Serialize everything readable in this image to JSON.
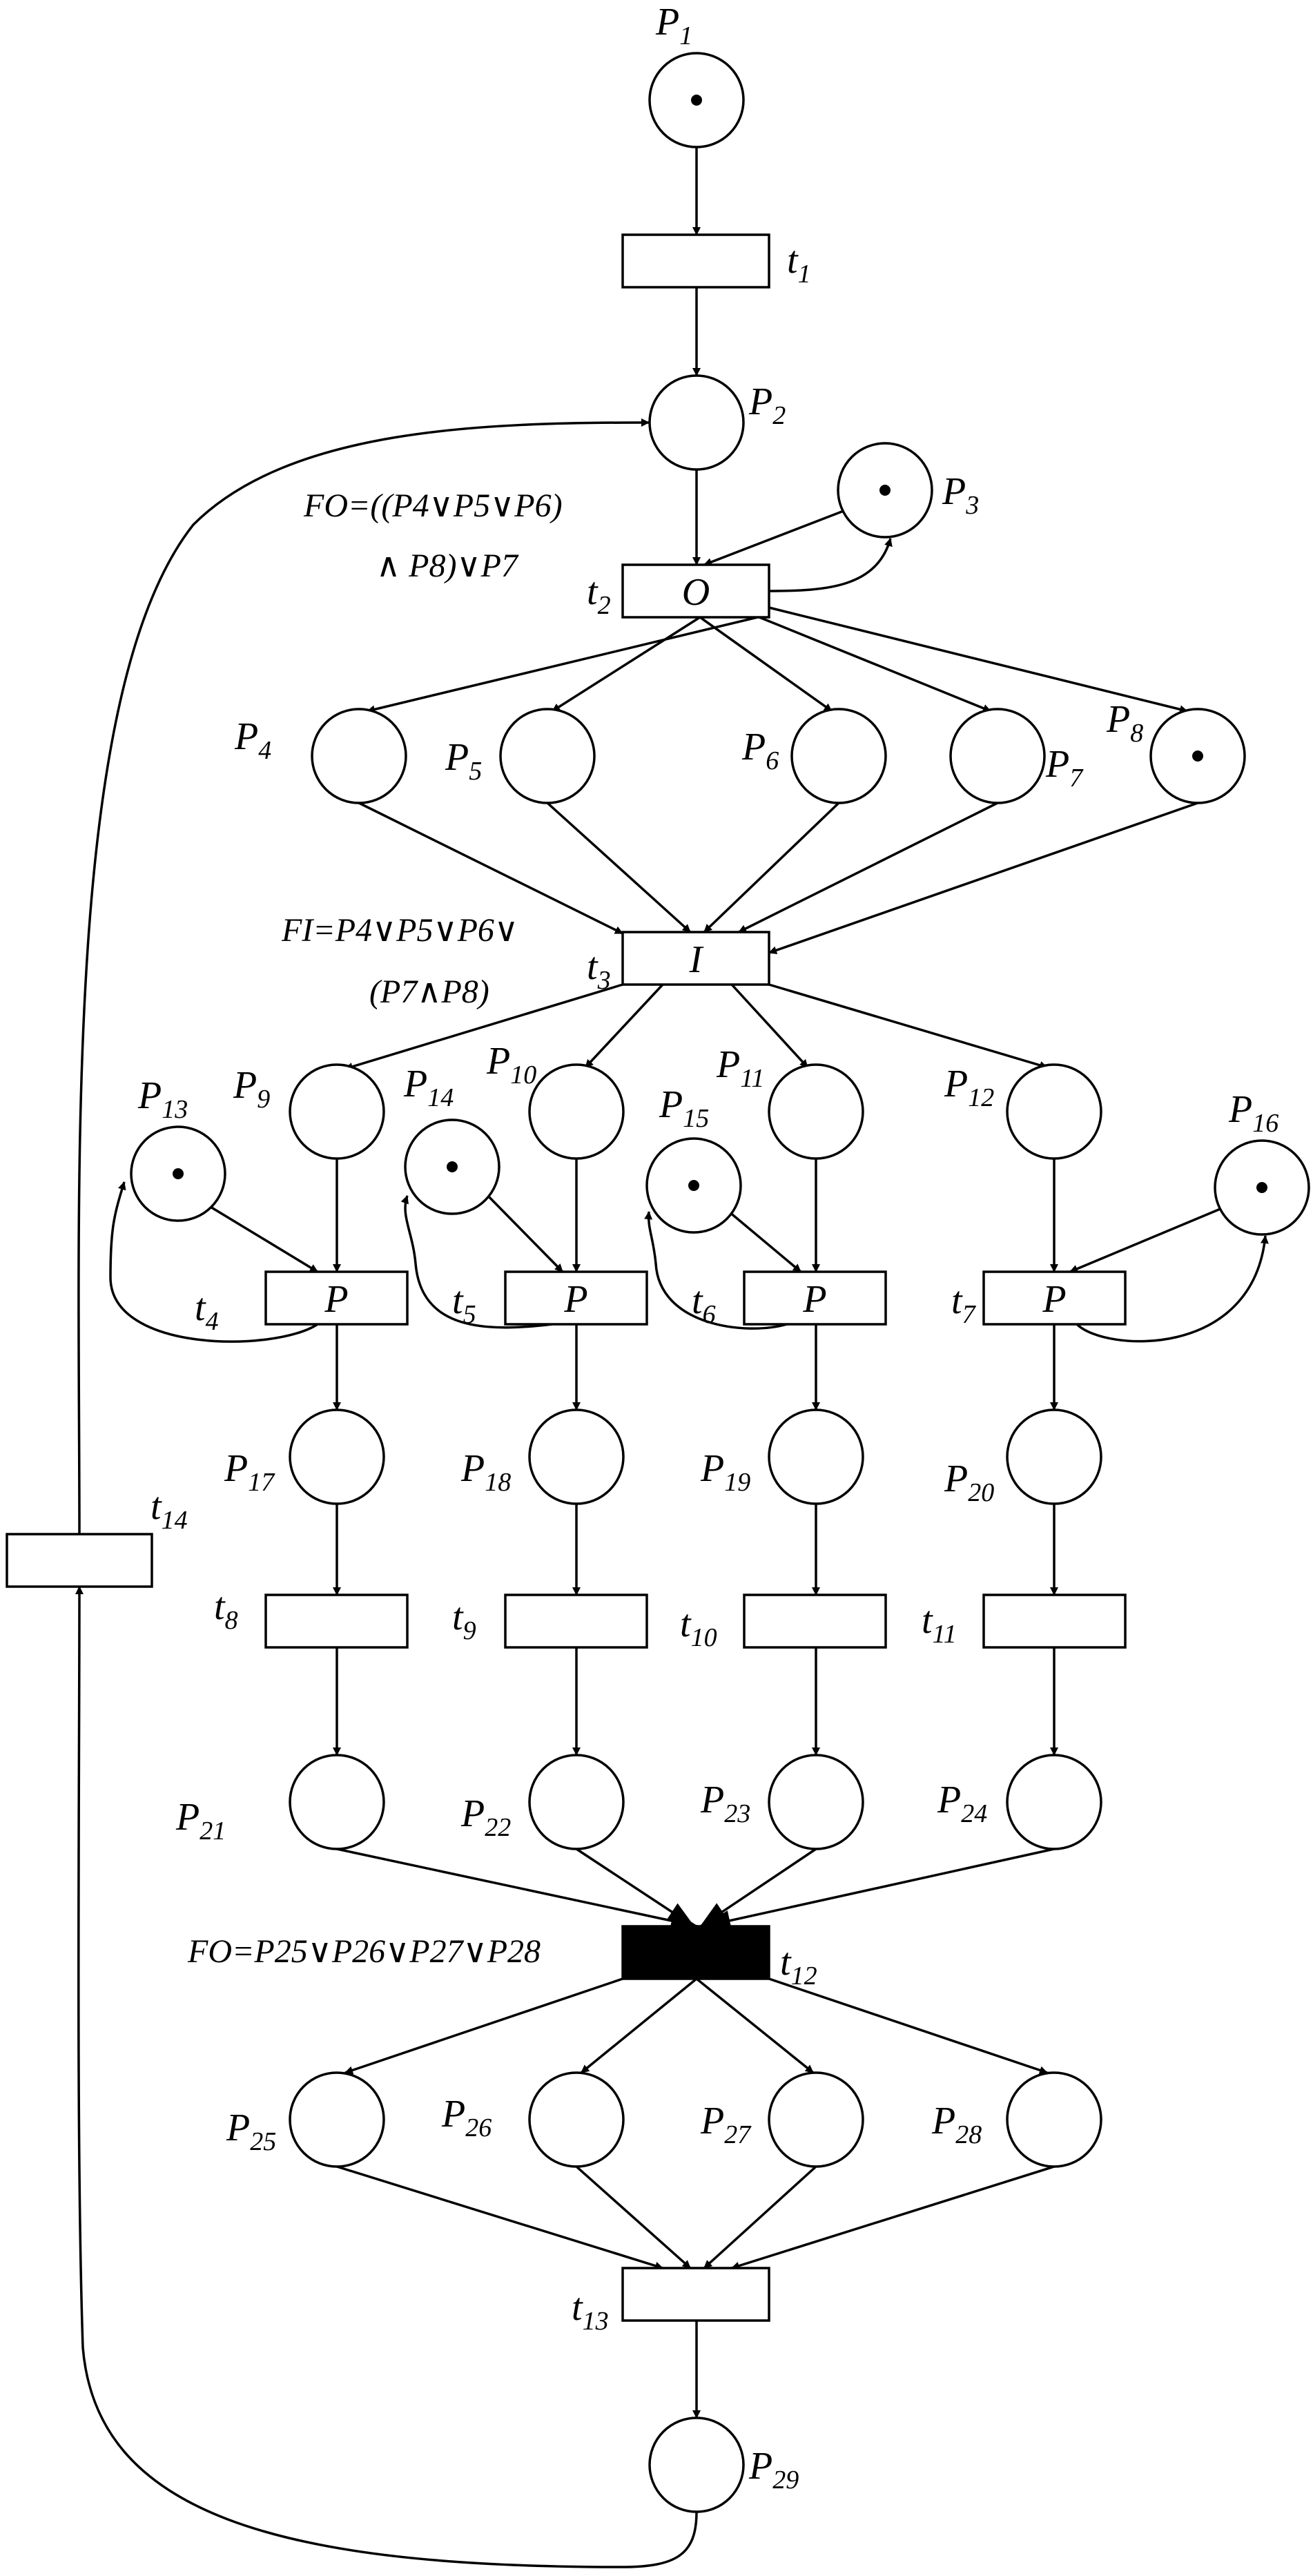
{
  "places": [
    {
      "id": "P1",
      "name": "P",
      "sub": "1",
      "token": true
    },
    {
      "id": "P2",
      "name": "P",
      "sub": "2",
      "token": false
    },
    {
      "id": "P3",
      "name": "P",
      "sub": "3",
      "token": true
    },
    {
      "id": "P4",
      "name": "P",
      "sub": "4",
      "token": false
    },
    {
      "id": "P5",
      "name": "P",
      "sub": "5",
      "token": false
    },
    {
      "id": "P6",
      "name": "P",
      "sub": "6",
      "token": false
    },
    {
      "id": "P7",
      "name": "P",
      "sub": "7",
      "token": false
    },
    {
      "id": "P8",
      "name": "P",
      "sub": "8",
      "token": true
    },
    {
      "id": "P9",
      "name": "P",
      "sub": "9",
      "token": false
    },
    {
      "id": "P10",
      "name": "P",
      "sub": "10",
      "token": false
    },
    {
      "id": "P11",
      "name": "P",
      "sub": "11",
      "token": false
    },
    {
      "id": "P12",
      "name": "P",
      "sub": "12",
      "token": false
    },
    {
      "id": "P13",
      "name": "P",
      "sub": "13",
      "token": true
    },
    {
      "id": "P14",
      "name": "P",
      "sub": "14",
      "token": true
    },
    {
      "id": "P15",
      "name": "P",
      "sub": "15",
      "token": true
    },
    {
      "id": "P16",
      "name": "P",
      "sub": "16",
      "token": true
    },
    {
      "id": "P17",
      "name": "P",
      "sub": "17",
      "token": false
    },
    {
      "id": "P18",
      "name": "P",
      "sub": "18",
      "token": false
    },
    {
      "id": "P19",
      "name": "P",
      "sub": "19",
      "token": false
    },
    {
      "id": "P20",
      "name": "P",
      "sub": "20",
      "token": false
    },
    {
      "id": "P21",
      "name": "P",
      "sub": "21",
      "token": false
    },
    {
      "id": "P22",
      "name": "P",
      "sub": "22",
      "token": false
    },
    {
      "id": "P23",
      "name": "P",
      "sub": "23",
      "token": false
    },
    {
      "id": "P24",
      "name": "P",
      "sub": "24",
      "token": false
    },
    {
      "id": "P25",
      "name": "P",
      "sub": "25",
      "token": false
    },
    {
      "id": "P26",
      "name": "P",
      "sub": "26",
      "token": false
    },
    {
      "id": "P27",
      "name": "P",
      "sub": "27",
      "token": false
    },
    {
      "id": "P28",
      "name": "P",
      "sub": "28",
      "token": false
    },
    {
      "id": "P29",
      "name": "P",
      "sub": "29",
      "token": false
    }
  ],
  "transitions": [
    {
      "id": "t1",
      "name": "t",
      "sub": "1",
      "inner": "",
      "filled": false
    },
    {
      "id": "t2",
      "name": "t",
      "sub": "2",
      "inner": "O",
      "filled": false
    },
    {
      "id": "t3",
      "name": "t",
      "sub": "3",
      "inner": "I",
      "filled": false
    },
    {
      "id": "t4",
      "name": "t",
      "sub": "4",
      "inner": "P",
      "filled": false
    },
    {
      "id": "t5",
      "name": "t",
      "sub": "5",
      "inner": "P",
      "filled": false
    },
    {
      "id": "t6",
      "name": "t",
      "sub": "6",
      "inner": "P",
      "filled": false
    },
    {
      "id": "t7",
      "name": "t",
      "sub": "7",
      "inner": "P",
      "filled": false
    },
    {
      "id": "t8",
      "name": "t",
      "sub": "8",
      "inner": "",
      "filled": false
    },
    {
      "id": "t9",
      "name": "t",
      "sub": "9",
      "inner": "",
      "filled": false
    },
    {
      "id": "t10",
      "name": "t",
      "sub": "10",
      "inner": "",
      "filled": false
    },
    {
      "id": "t11",
      "name": "t",
      "sub": "11",
      "inner": "",
      "filled": false
    },
    {
      "id": "t12",
      "name": "t",
      "sub": "12",
      "inner": "",
      "filled": true
    },
    {
      "id": "t13",
      "name": "t",
      "sub": "13",
      "inner": "",
      "filled": false
    },
    {
      "id": "t14",
      "name": "t",
      "sub": "14",
      "inner": "",
      "filled": false
    }
  ],
  "formulas": {
    "t2_line1": "FO=((P4∨P5∨P6)",
    "t2_line2": "∧ P8)∨P7",
    "t3_line1": "FI=P4∨P5∨P6∨",
    "t3_line2": "(P7∧P8)",
    "t12_line1": "FO=P25∨P26∨P27∨P28"
  }
}
